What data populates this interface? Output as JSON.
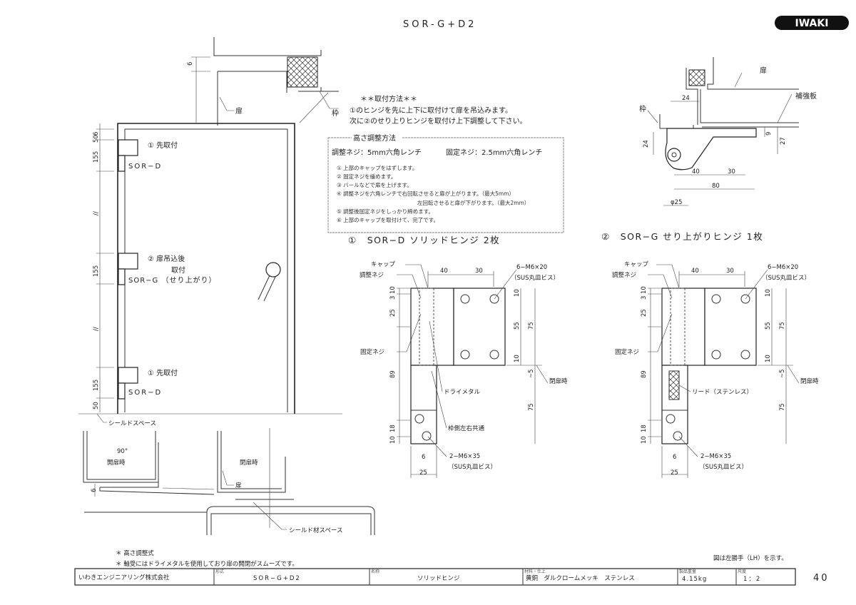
{
  "header": {
    "title": "SOR-G+D2",
    "logo": "IWAKI"
  },
  "elevation": {
    "top_gap": "6",
    "door_label": "扉",
    "frame_label": "枠",
    "dims_left": [
      "6",
      "50",
      "155",
      "//",
      "155",
      "//",
      "155",
      "50"
    ],
    "hinge1": {
      "step": "① 先取付",
      "model": "SOR−D"
    },
    "hinge2": {
      "step": "② 扉吊込後",
      "step2": "取付",
      "model": "SOR−G （せり上がり）"
    },
    "hinge3": {
      "step": "① 先取付",
      "model": "SOR−D"
    }
  },
  "install": {
    "heading": "＊＊取付方法＊＊",
    "line1": "①のヒンジを先に上下に取付けて扉を吊込みます。",
    "line2": "次に②のせり上りヒンジを取付け上下調整して下さい。"
  },
  "adjust": {
    "title": "高さ調整方法",
    "tools_left": "調整ネジ：5mm六角レンチ",
    "tools_right": "固定ネジ：2.5mm六角レンチ",
    "steps": [
      "① 上部のキャップをはずします。",
      "② 固定ネジを緩めます。",
      "③ バールなどで扉を上げます。",
      "④ 調整ネジを六角レンチで右回転させると扉が上がります。（最大5mm）",
      "左回転させると扉が下がります。（最大2mm）",
      "⑤ 調整後固定ネジをしっかり締めます。",
      "⑥ 上部のキャップを取付けて、完了です。"
    ]
  },
  "section": {
    "door": "扉",
    "reinforce": "補強板",
    "frame": "枠",
    "dims": {
      "a": "24",
      "b": "24",
      "c": "9",
      "d": "27",
      "e": "40",
      "f": "30",
      "g": "80",
      "h": "φ25"
    }
  },
  "detail1": {
    "title": "①　SOR−D ソリッドヒンジ 2枚",
    "cap": "キャップ",
    "adj_screw": "調整ネジ",
    "fix_screw": "固定ネジ",
    "part": "ドライメタル",
    "common": "枠側左右共通",
    "screw_top": "6−M6×20",
    "screw_top2": "（SUS丸皿ビス）",
    "screw_bot": "2−M6×35",
    "screw_bot2": "（SUS丸皿ビス）",
    "closed": "閉扉時",
    "dims_top": [
      "40",
      "30"
    ],
    "dims_left": [
      "10",
      "3",
      "25",
      "89",
      "18",
      "10"
    ],
    "dims_right": [
      "10",
      "55",
      "75",
      "10",
      "~5",
      "75"
    ],
    "dims_bottom": [
      "6",
      "25"
    ]
  },
  "detail2": {
    "title": "②　SOR−G せり上がりヒンジ 1枚",
    "cap": "キャップ",
    "adj_screw": "調整ネジ",
    "fix_screw": "固定ネジ",
    "part": "リード（ステンレス）",
    "screw_top": "6−M6×20",
    "screw_top2": "（SUS丸皿ビス）",
    "screw_bot": "2−M6×35",
    "screw_bot2": "（SUS丸皿ビス）",
    "closed": "閉扉時",
    "dims_top": [
      "40",
      "30"
    ],
    "dims_left": [
      "10",
      "3",
      "25",
      "89",
      "18",
      "10"
    ],
    "dims_right": [
      "10",
      "55",
      "75",
      "10",
      "~5",
      "75"
    ],
    "dims_bottom": [
      "6",
      "25"
    ]
  },
  "plan": {
    "seal_space": "シールドスペース",
    "open_angle": "90°",
    "open": "開扉時",
    "closed": "閉扉時",
    "door": "扉",
    "gap": "6",
    "seal_material": "シールド材スペース"
  },
  "notes": {
    "n1": "＊ 高さ調整式",
    "n2": "＊ 軸受にはドライメタルを使用しており扉の開閉がスムーズです。",
    "hand": "図は左勝手（LH）を示す。"
  },
  "titleblock": {
    "company": "いわきエンジニアリング株式会社",
    "type_label": "形式",
    "type": "SOR−G+D2",
    "name_label": "名称",
    "name": "ソリッドヒンジ",
    "material_label": "材料・仕上",
    "material": "黄銅　ダルクロームメッキ　ステンレス",
    "weight_label": "製品重量",
    "weight": "4.15kg",
    "scale_label": "尺度",
    "scale": "1：2",
    "page": "40"
  }
}
